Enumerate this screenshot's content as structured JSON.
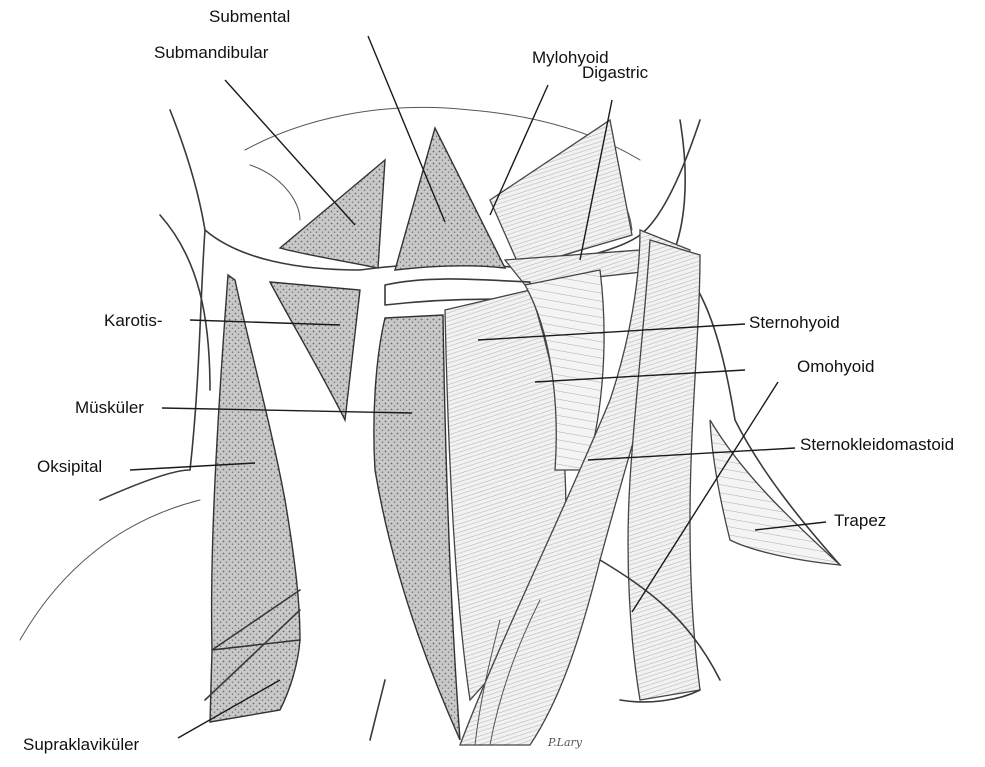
{
  "labels": {
    "submental": "Submental",
    "submandibular": "Submandibular",
    "mylohyoid": "Mylohyoid",
    "digastric": "Digastric",
    "karotis": "Karotis-",
    "muskuler": "Müsküler",
    "oksipital": "Oksipital",
    "supraklavikuler": "Supraklaviküler",
    "sternohyoid": "Sternohyoid",
    "omohyoid": "Omohyoid",
    "sternokleidomastoid": "Sternokleidomastoid",
    "trapez": "Trapez"
  },
  "signature": "P.Lary",
  "colors": {
    "ink": "#3a3a3a",
    "triangle_fill": "#b8b8b8",
    "background": "#ffffff"
  }
}
